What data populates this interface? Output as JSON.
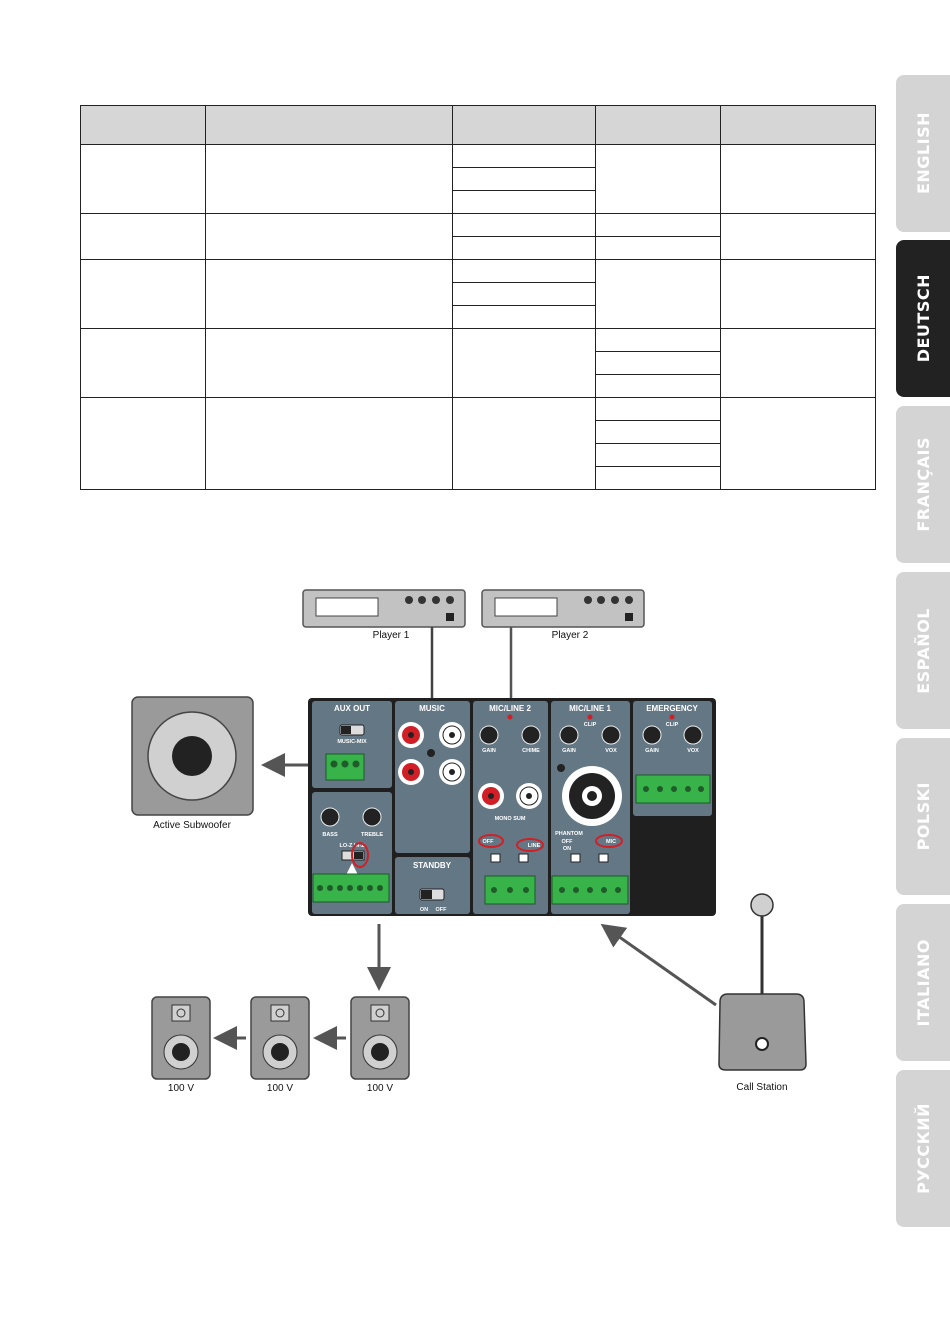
{
  "tabs": [
    {
      "label": "ENGLISH",
      "active": false
    },
    {
      "label": "DEUTSCH",
      "active": true
    },
    {
      "label": "FRANÇAIS",
      "active": false
    },
    {
      "label": "ESPAÑOL",
      "active": false
    },
    {
      "label": "POLSKI",
      "active": false
    },
    {
      "label": "ITALIANO",
      "active": false
    },
    {
      "label": "РУССКИЙ",
      "active": false
    }
  ],
  "devices": {
    "player1": "Player 1",
    "player2": "Player 2",
    "subwoofer": "Active Subwoofer",
    "speaker1": "100 V",
    "speaker2": "100 V",
    "speaker3": "100 V",
    "call_station": "Call Station"
  },
  "panel": {
    "aux_out": "AUX OUT",
    "music_mix": "MUSIC-MIX",
    "music": "MUSIC",
    "standby": "STANDBY",
    "on": "ON",
    "off": "OFF",
    "mic_line2": "MIC/LINE 2",
    "mic_line1": "MIC/LINE 1",
    "emergency": "EMERGENCY",
    "clip": "CLIP",
    "gain": "GAIN",
    "chime": "CHIME",
    "vox": "VOX",
    "bass": "BASS",
    "treble": "TREBLE",
    "lo_hi_z": "LO-Z HI-Z",
    "mono_sum": "MONO SUM",
    "phantom": "PHANTOM",
    "line": "LINE",
    "mic": "MIC"
  }
}
